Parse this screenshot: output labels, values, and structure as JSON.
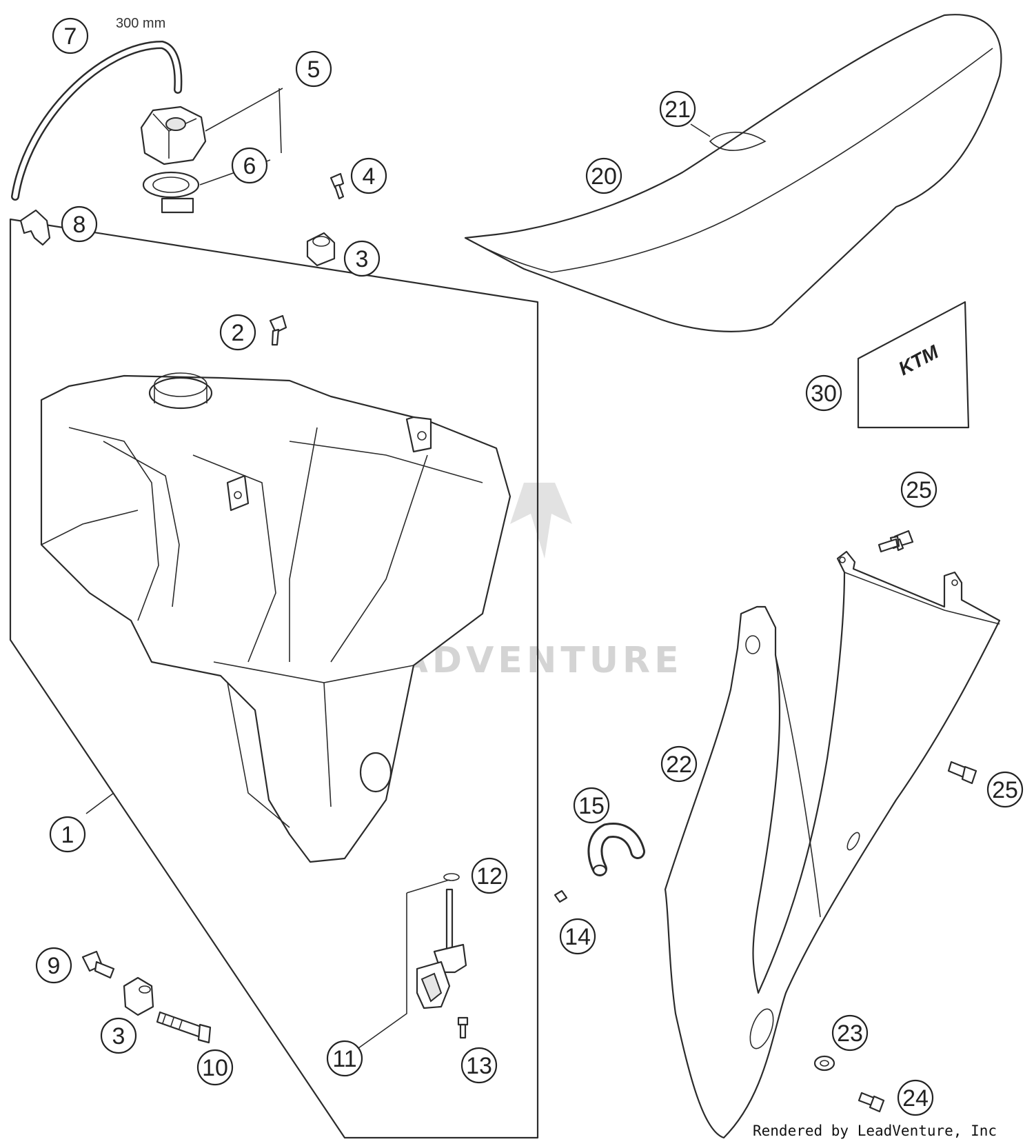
{
  "length_note": "300 mm",
  "watermark": "LEADVENTURE",
  "credit": "Rendered by LeadVenture, Inc",
  "callouts": [
    {
      "n": "7"
    },
    {
      "n": "5"
    },
    {
      "n": "6"
    },
    {
      "n": "8"
    },
    {
      "n": "4"
    },
    {
      "n": "3"
    },
    {
      "n": "2"
    },
    {
      "n": "1"
    },
    {
      "n": "9"
    },
    {
      "n": "3"
    },
    {
      "n": "10"
    },
    {
      "n": "11"
    },
    {
      "n": "12"
    },
    {
      "n": "13"
    },
    {
      "n": "14"
    },
    {
      "n": "15"
    },
    {
      "n": "21"
    },
    {
      "n": "20"
    },
    {
      "n": "30"
    },
    {
      "n": "25"
    },
    {
      "n": "22"
    },
    {
      "n": "25"
    },
    {
      "n": "23"
    },
    {
      "n": "24"
    }
  ],
  "logo_text": "KTM"
}
